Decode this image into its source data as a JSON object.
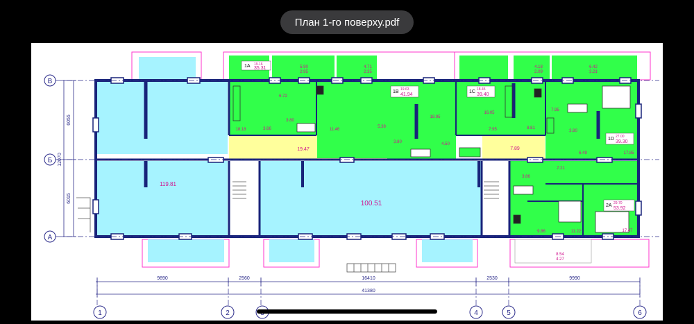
{
  "viewer": {
    "title": "План 1-го поверху.pdf"
  },
  "colors": {
    "apartment": "#31ff4a",
    "commercial": "#a6f3ff",
    "corridor": "#ffff9c",
    "wall": "#18237a",
    "balcony_outline": "#ff33cc",
    "dimension": "#2b2b8a",
    "area_text": "#d1148f"
  },
  "plan": {
    "axes_rows": [
      "В",
      "Б",
      "А"
    ],
    "axes_cols": [
      "1",
      "2",
      "3",
      "4",
      "5",
      "6"
    ],
    "vertical_dims": {
      "upper": "6055",
      "lower": "6015",
      "total": "12070"
    },
    "horizontal_dims": {
      "seg1": "9890",
      "seg2": "2560",
      "seg3": "16410",
      "seg4": "2530",
      "seg5": "9990",
      "total": "41380"
    },
    "commercial_areas": {
      "left": "119.81",
      "center": "100.51",
      "left_top_room": ""
    },
    "corridor_areas": {
      "left": "19.47",
      "right": "7.89"
    },
    "apartments": [
      {
        "code": "1A",
        "living": "19.16",
        "total": "35.31"
      },
      {
        "code": "1B",
        "living": "19.63",
        "total": "41.94"
      },
      {
        "code": "1C",
        "living": "18.45",
        "total": "39.40"
      },
      {
        "code": "1D",
        "living": "27.00",
        "total": "39.30"
      },
      {
        "code": "2A",
        "living": "29.70",
        "total": "53.92"
      }
    ],
    "balcony_labels": {
      "b1": "5.90",
      "b1s": "2.95",
      "b2": "4.71",
      "b2s": "2.35",
      "b3": "4.18",
      "b3s": "2.09",
      "b4": "6.42",
      "b4s": "3.21",
      "b5": "8.54",
      "b5s": "4.27"
    },
    "room_areas": {
      "r_1a_kitchen": "6.72",
      "r_1a_bath": "3.80",
      "r_1a_hall": "3.66",
      "r_1a_living": "18.18",
      "r_1b_hall": "11.46",
      "r_1b_kitchen": "5.38",
      "r_1b_bath": "3.80",
      "r_1b_living": "18.95",
      "r_1b_corr": "4.50",
      "r_1c_living": "16.05",
      "r_1c_hall": "7.95",
      "r_1c_bath": "8.81",
      "r_1d_hall": "7.95",
      "r_1d_bath": "3.80",
      "r_1d_kitchen": "6.49",
      "r_1d_living": "17.85",
      "r_2a_hall": "7.21",
      "r_2a_bath": "3.86",
      "r_2a_kitchen": "9.86",
      "r_2a_corr": "11.22",
      "r_2a_living": "17.47"
    }
  }
}
